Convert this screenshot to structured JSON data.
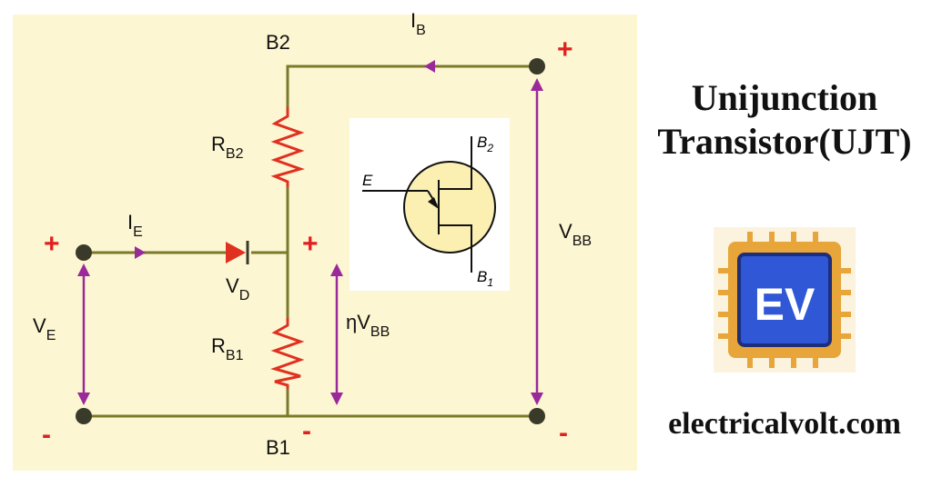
{
  "title": {
    "line1": "Unijunction",
    "line2": "Transistor(UJT)"
  },
  "website": "electricalvolt.com",
  "logo": {
    "text": "EV",
    "icon": "chip-logo",
    "colors": {
      "frame": "#e7a53a",
      "pad": "#f6e3b8",
      "core": "#2f57d6",
      "border": "#1d2f7a"
    }
  },
  "colors": {
    "panel": "#fdf6d2",
    "wire": "#7a7a2a",
    "arrow_measure": "#9a2a9a",
    "sign": "#e02020",
    "resistor": "#e03020",
    "node": "#3a3a2a",
    "symbol_fill": "#fbefb2"
  },
  "circuit": {
    "labels": {
      "b2": "B2",
      "b1": "B1",
      "ib_main": "I",
      "ib_sub": "B",
      "ie_main": "I",
      "ie_sub": "E",
      "rb2_main": "R",
      "rb2_sub": "B2",
      "rb1_main": "R",
      "rb1_sub": "B1",
      "vd_main": "V",
      "vd_sub": "D",
      "ve_main": "V",
      "ve_sub": "E",
      "vbb_main": "V",
      "vbb_sub": "BB",
      "eta_main": "ηV",
      "eta_sub": "BB"
    },
    "signs": {
      "plus": "+",
      "minus": "-"
    }
  },
  "ujt_symbol": {
    "e": "E",
    "b2_main": "B",
    "b2_sub": "2",
    "b1_main": "B",
    "b1_sub": "1"
  }
}
